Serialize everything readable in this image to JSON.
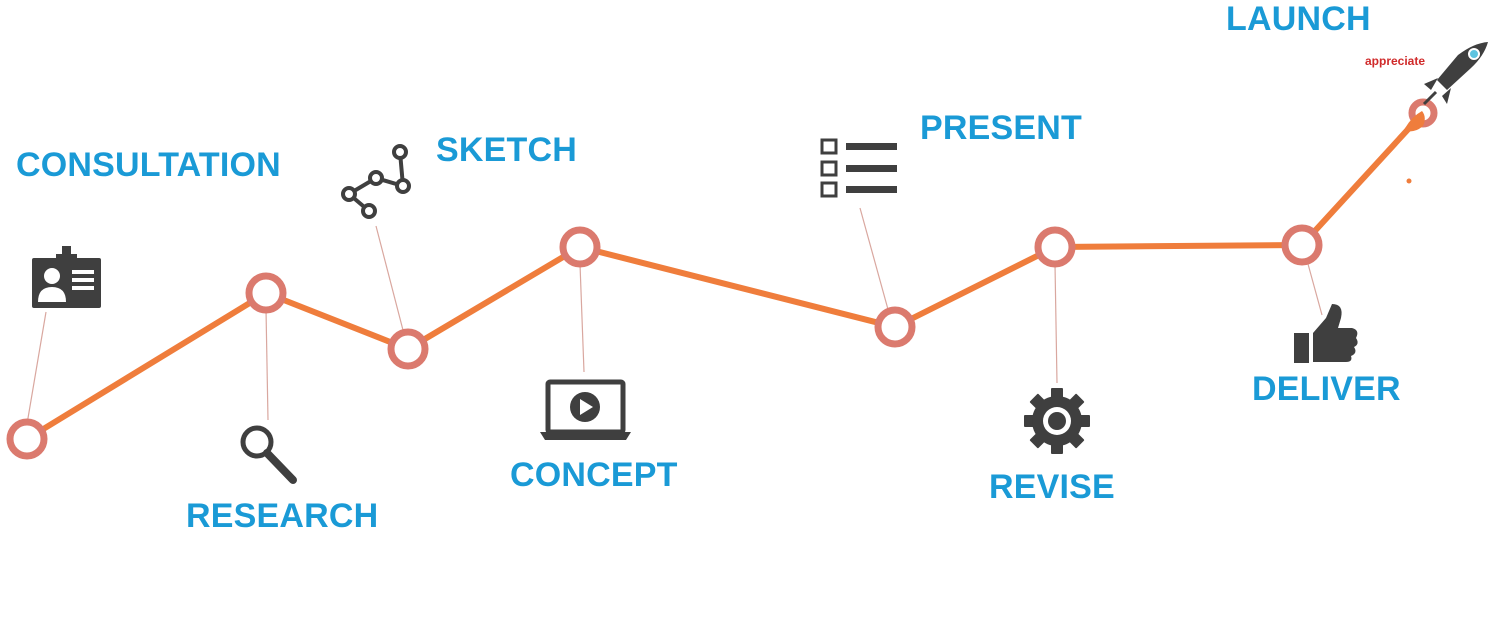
{
  "title": "",
  "colors": {
    "line": "#ef7d3c",
    "node_ring": "#db7a6e",
    "label": "#1a9ad6",
    "icon": "#3f3f3f",
    "leader": "#d9a79f",
    "tag": "#d02a2a"
  },
  "steps": [
    {
      "label": "CONSULTATION",
      "icon": "id-card-icon"
    },
    {
      "label": "RESEARCH",
      "icon": "magnifier-icon"
    },
    {
      "label": "SKETCH",
      "icon": "connected-nodes-icon"
    },
    {
      "label": "CONCEPT",
      "icon": "laptop-play-icon"
    },
    {
      "label": "PRESENT",
      "icon": "checklist-icon"
    },
    {
      "label": "REVISE",
      "icon": "gear-icon"
    },
    {
      "label": "DELIVER",
      "icon": "thumbs-up-icon"
    },
    {
      "label": "LAUNCH",
      "icon": "rocket-icon"
    }
  ],
  "tag": "appreciate"
}
